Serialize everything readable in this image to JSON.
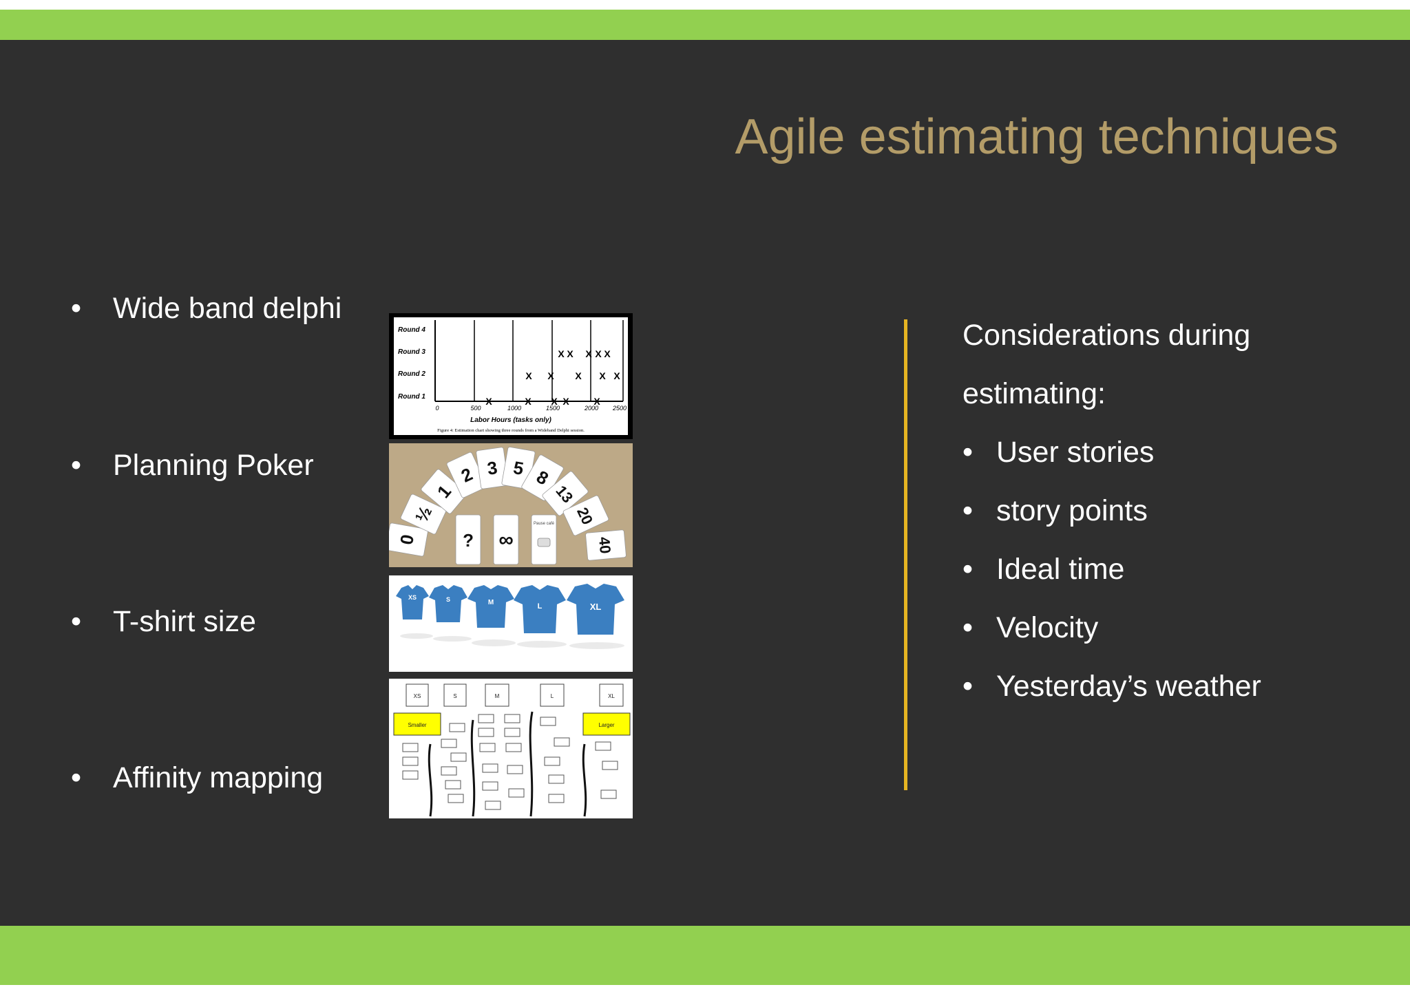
{
  "slide": {
    "title": "Agile estimating techniques",
    "techniques": [
      {
        "label": "Wide band delphi"
      },
      {
        "label": "Planning Poker"
      },
      {
        "label": "T-shirt size"
      },
      {
        "label": "Affinity mapping"
      }
    ],
    "bullet_char": "•",
    "considerations": {
      "heading_line1": "Considerations during",
      "heading_line2": "estimating:",
      "items": [
        {
          "label": "User stories"
        },
        {
          "label": "story points"
        },
        {
          "label": "Ideal time"
        },
        {
          "label": "Velocity"
        },
        {
          "label": "Yesterday’s weather"
        }
      ]
    }
  },
  "delphi_chart": {
    "rounds": [
      "Round 4",
      "Round 3",
      "Round 2",
      "Round 1"
    ],
    "ticks": [
      "0",
      "500",
      "1000",
      "1500",
      "2000",
      "2500"
    ],
    "xlabel": "Labor Hours (tasks only)",
    "caption": "Figure 4: Estimation chart showing three rounds from a Wideband Delphi session.",
    "mark": "X"
  },
  "poker_cards": [
    "0",
    "½",
    "1",
    "2",
    "3",
    "5",
    "8",
    "13",
    "20",
    "40",
    "?",
    "∞",
    "Pause café"
  ],
  "tshirts": [
    "XS",
    "S",
    "M",
    "L",
    "XL"
  ],
  "affinity": {
    "sizes": [
      "XS",
      "S",
      "M",
      "L",
      "XL"
    ],
    "smaller": "Smaller",
    "larger": "Larger"
  },
  "colors": {
    "accent_green": "#92d050",
    "background": "#2f2f2f",
    "title": "#b39c68",
    "divider": "#e6b422",
    "shirt_blue": "#3b7fc1",
    "sticky_yellow": "#ffff00"
  }
}
